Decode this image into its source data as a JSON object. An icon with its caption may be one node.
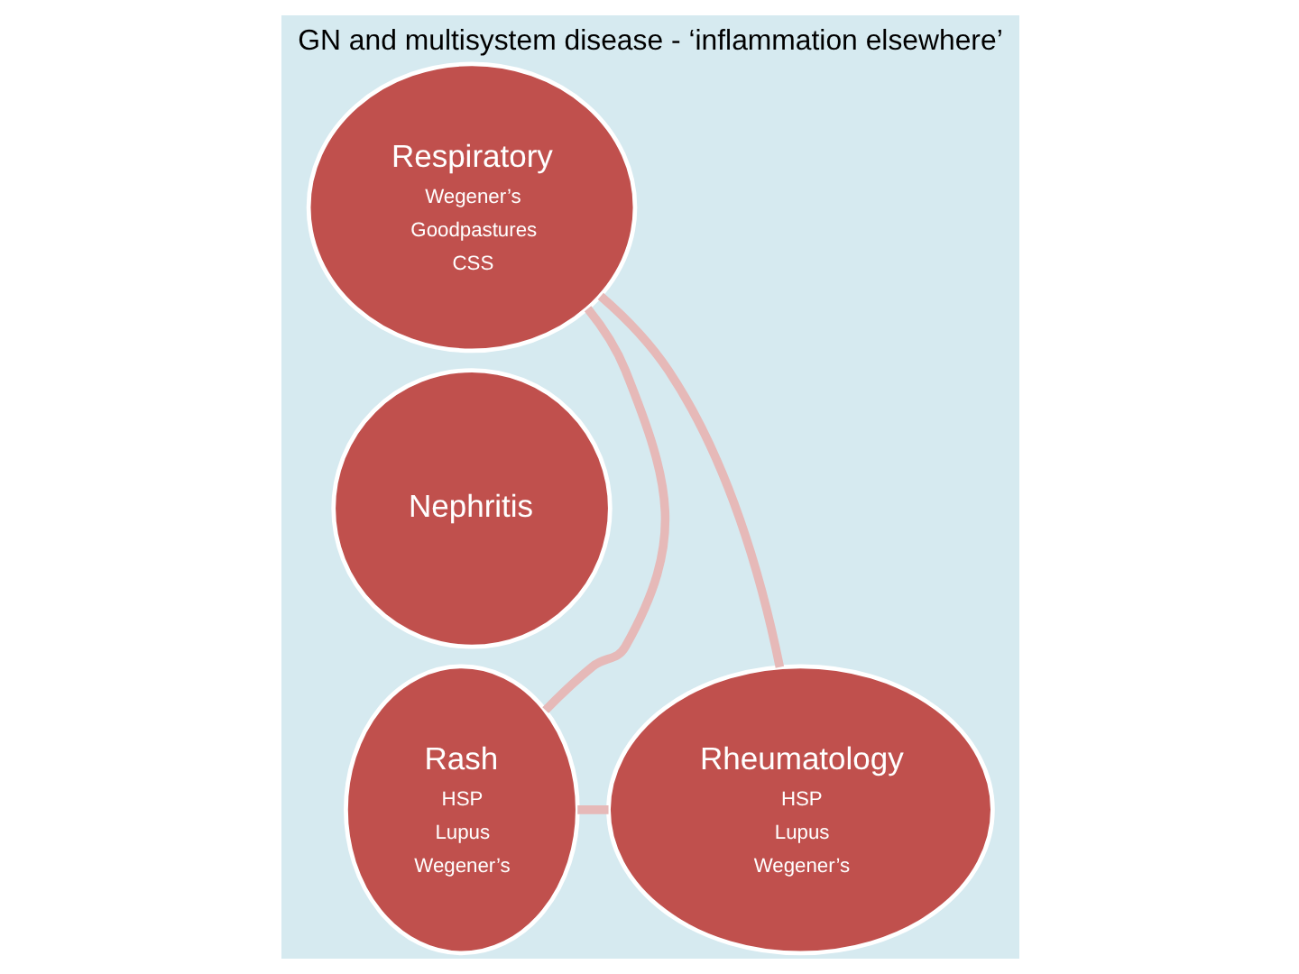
{
  "diagram": {
    "title": "GN and multisystem disease - ‘inflammation elsewhere’",
    "nodes": [
      {
        "text": [
          "Respiratory",
          "Wegener’s",
          "Goodpastures",
          "CSS"
        ]
      },
      {
        "text": [
          "Nephritis"
        ]
      },
      {
        "text": [
          "Rash",
          "HSP",
          "Lupus",
          "Wegener’s"
        ]
      },
      {
        "text": [
          "Rheumatology",
          "HSP",
          "Lupus",
          "Wegener’s"
        ]
      }
    ],
    "edges": [
      {
        "from": 0,
        "to": 2,
        "arrow": "none"
      },
      {
        "from": 0,
        "to": 3,
        "arrow": "none"
      },
      {
        "from": 2,
        "to": 3,
        "arrow": "none"
      }
    ]
  }
}
